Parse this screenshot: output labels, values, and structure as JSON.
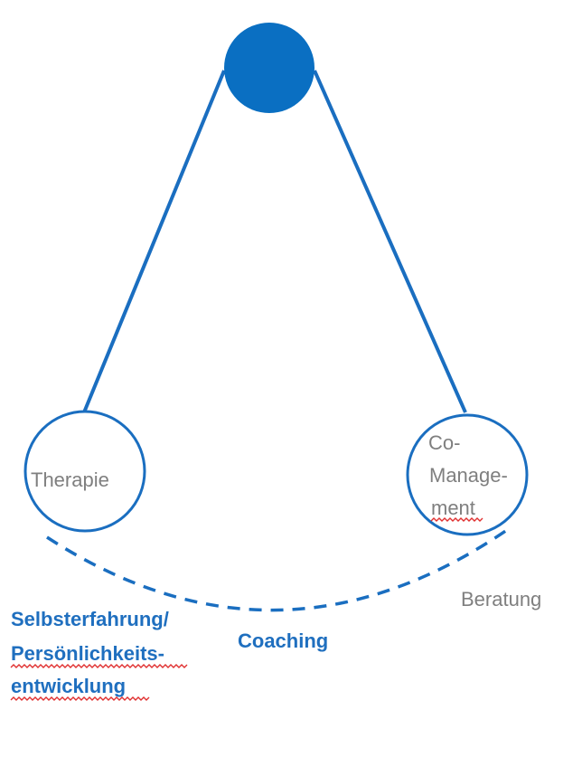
{
  "colors": {
    "accent": "#0A6FC2",
    "label_gray": "#7F7F7F",
    "label_blue": "#1F6FBF",
    "spellcheck": "#E03030"
  },
  "nodes": {
    "top": "",
    "left": "Therapie",
    "right_line1": "Co-",
    "right_line2": "Manage-",
    "right_line3": "ment"
  },
  "labels": {
    "selbst_line1": "Selbsterfahrung/",
    "selbst_line2": "Persönlichkeits-",
    "selbst_line3": "entwicklung",
    "coaching": "Coaching",
    "beratung": "Beratung"
  }
}
